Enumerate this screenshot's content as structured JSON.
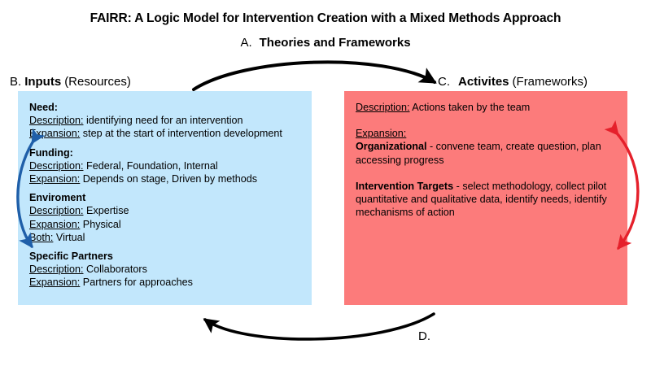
{
  "title": "FAIRR: A Logic Model for Intervention Creation with a Mixed Methods Approach",
  "phases": {
    "a": {
      "letter": "A.",
      "label": "Theories and Frameworks"
    },
    "d": {
      "letter": "D."
    }
  },
  "inputs": {
    "header": {
      "letter": "B.",
      "name": "Inputs",
      "paren": "(Resources)"
    },
    "box_color": "#C2E7FC",
    "groups": [
      {
        "title": "Need:",
        "rows": [
          {
            "label": "Description:",
            "value": " identifying need for an intervention"
          },
          {
            "label": "Expansion:",
            "value": " step at the start of intervention development"
          }
        ]
      },
      {
        "title": "Funding:",
        "rows": [
          {
            "label": "Description:",
            "value": " Federal, Foundation, Internal"
          },
          {
            "label": "Expansion:",
            "value": " Depends on stage, Driven by methods"
          }
        ]
      },
      {
        "title": "Enviroment",
        "rows": [
          {
            "label": "Description:",
            "value": " Expertise"
          },
          {
            "label": "Expansion:",
            "value": " Physical"
          },
          {
            "label": "Both:",
            "value": " Virtual"
          }
        ]
      },
      {
        "title": "Specific Partners",
        "rows": [
          {
            "label": "Description:",
            "value": " Collaborators"
          },
          {
            "label": "Expansion:",
            "value": " Partners for approaches"
          }
        ]
      }
    ]
  },
  "activities": {
    "header": {
      "letter": "C.",
      "name": "Activites",
      "paren": "(Frameworks)"
    },
    "box_color": "#FC7B7B",
    "description_label": "Description:",
    "description_value": " Actions taken by the team",
    "expansion_label": "Expansion:",
    "organizational_label": "Organizational",
    "organizational_value": " - convene team, create question, plan accessing progress",
    "targets_label": "Intervention Targets",
    "targets_value": " - select methodology, collect pilot quantitative and qualitative data, identify needs, identify mechanisms of action"
  },
  "arrows": {
    "top_color": "#000000",
    "bottom_color": "#000000",
    "left_color": "#1F5FA9",
    "right_color": "#E5202B"
  }
}
